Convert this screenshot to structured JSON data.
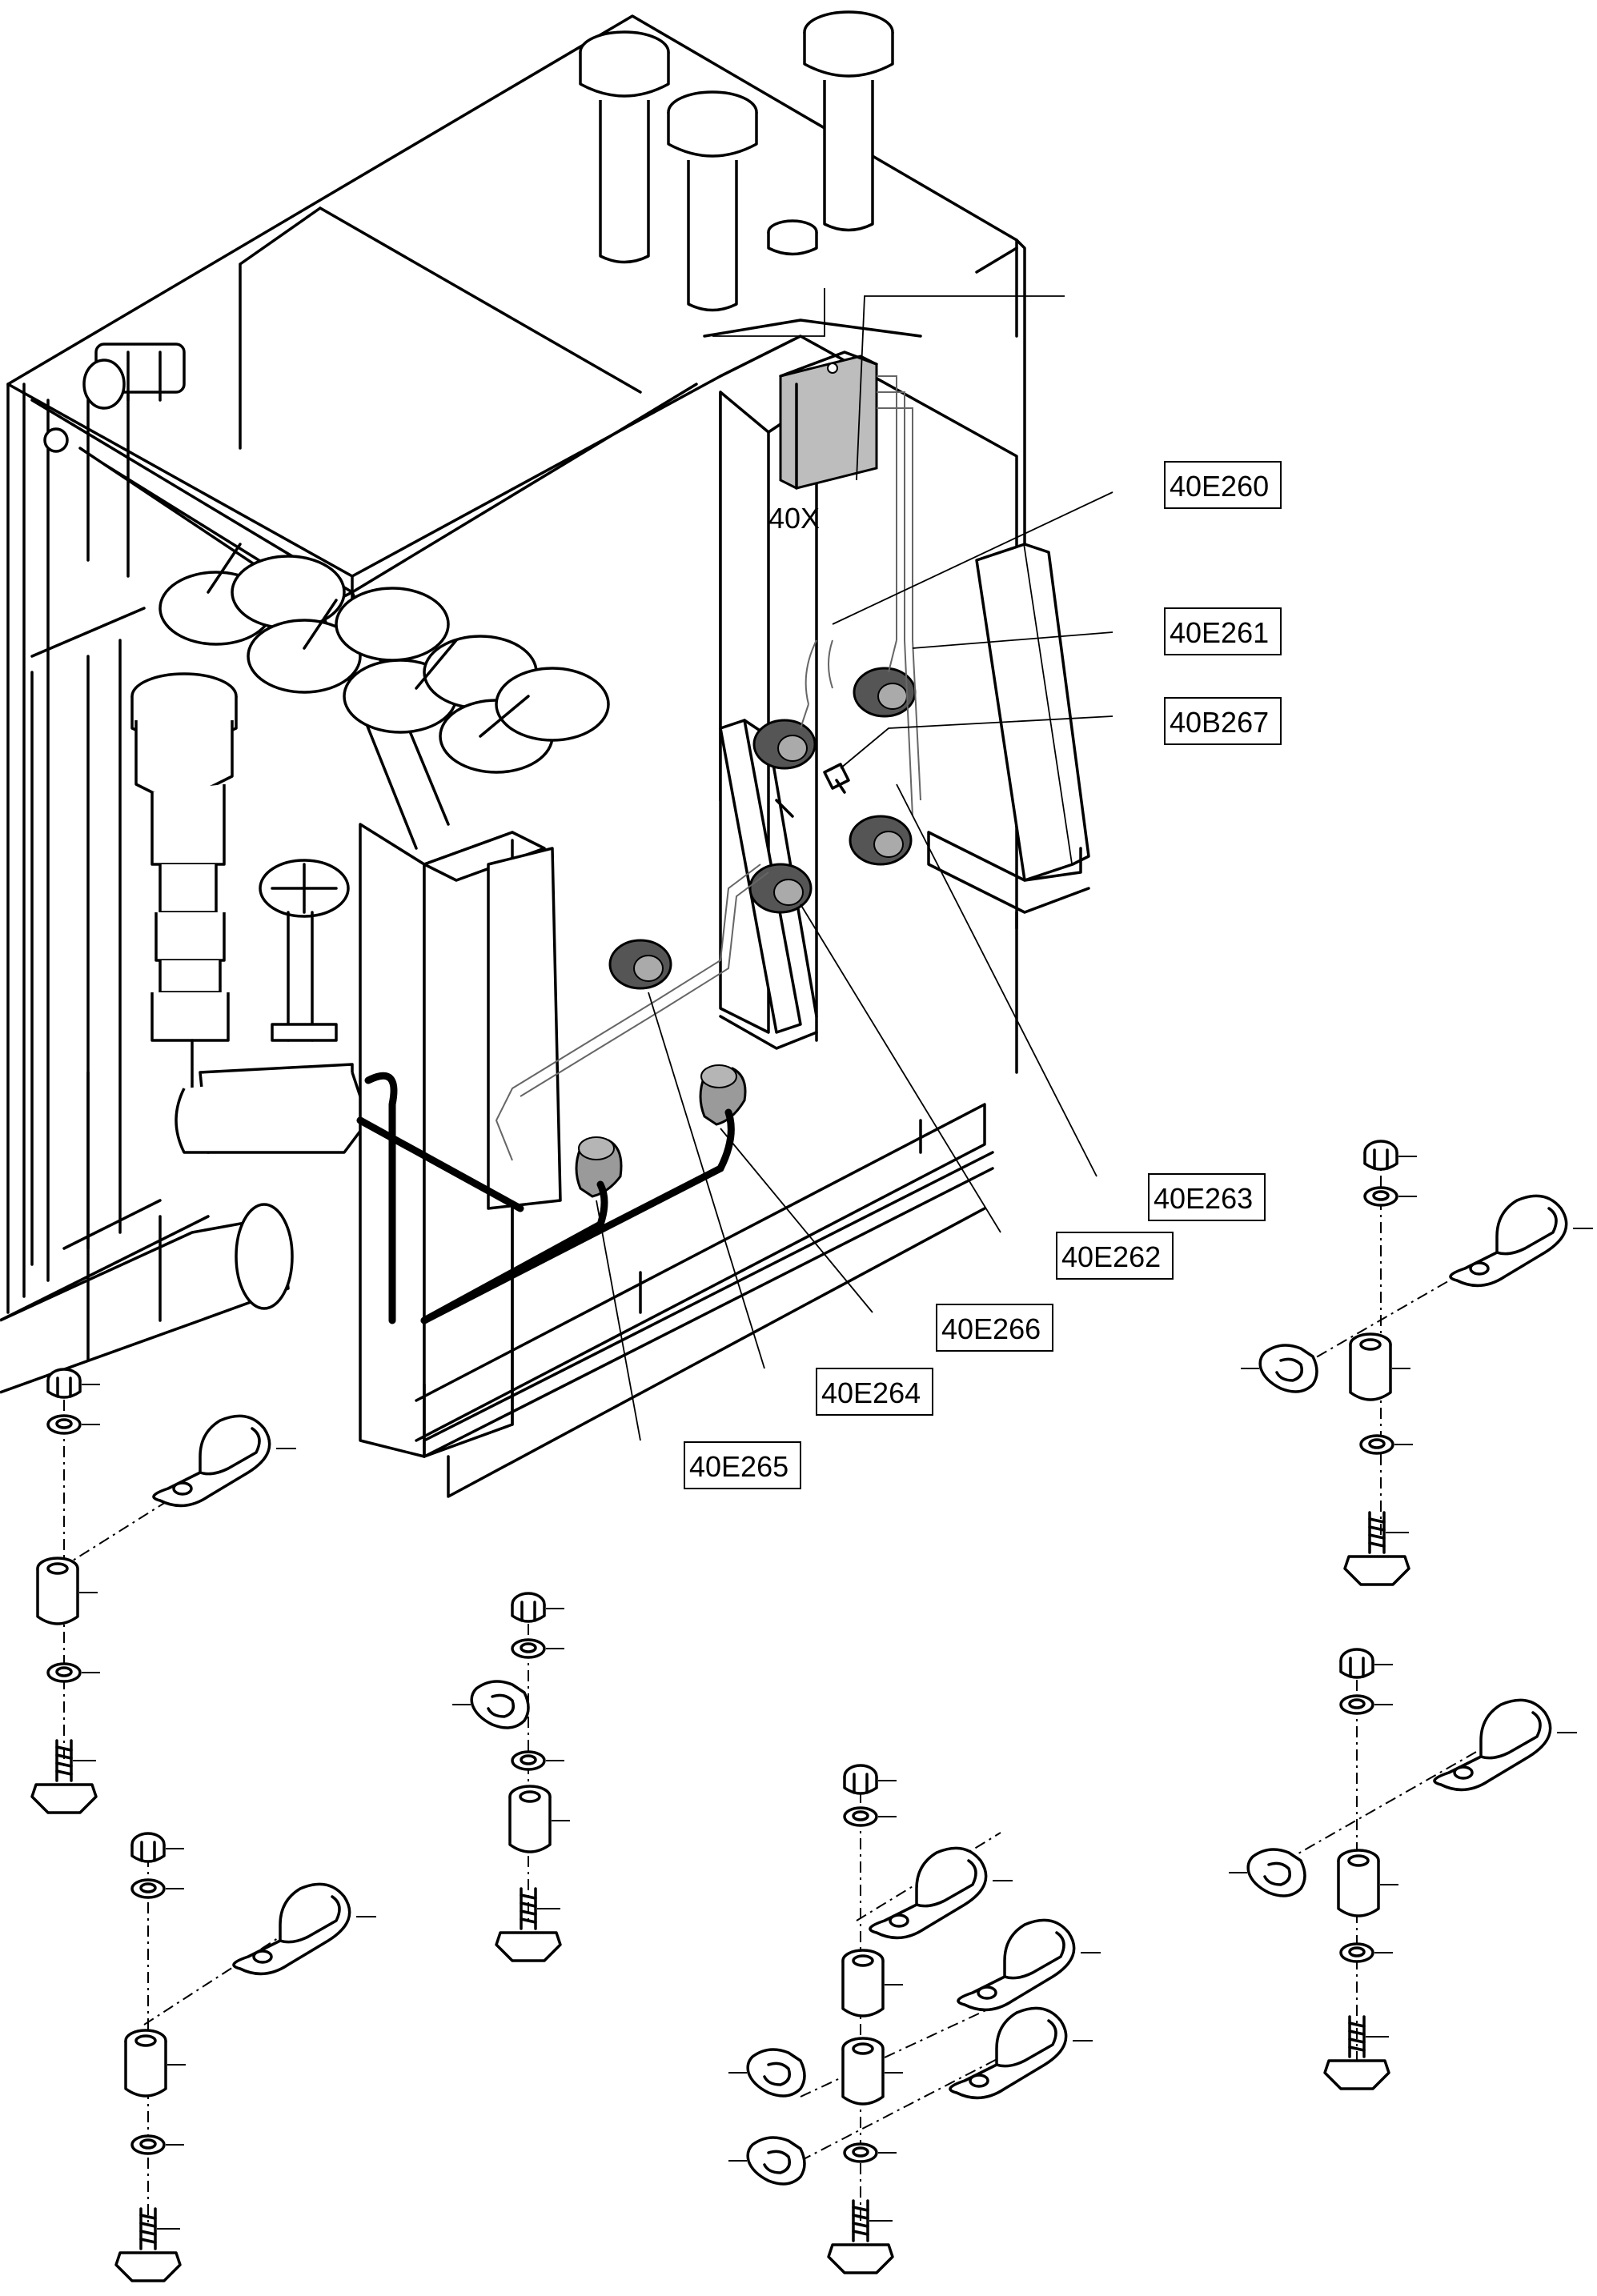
{
  "callouts": [
    {
      "id": "40X",
      "boxed": false
    },
    {
      "id": "40E260",
      "boxed": true
    },
    {
      "id": "40E261",
      "boxed": true
    },
    {
      "id": "40B267",
      "boxed": true
    },
    {
      "id": "40E263",
      "boxed": true
    },
    {
      "id": "40E262",
      "boxed": true
    },
    {
      "id": "40E266",
      "boxed": true
    },
    {
      "id": "40E264",
      "boxed": true
    },
    {
      "id": "40E265",
      "boxed": true
    }
  ],
  "colors": {
    "line": "#000000",
    "background": "#ffffff",
    "shading": "#9a9a9a"
  }
}
